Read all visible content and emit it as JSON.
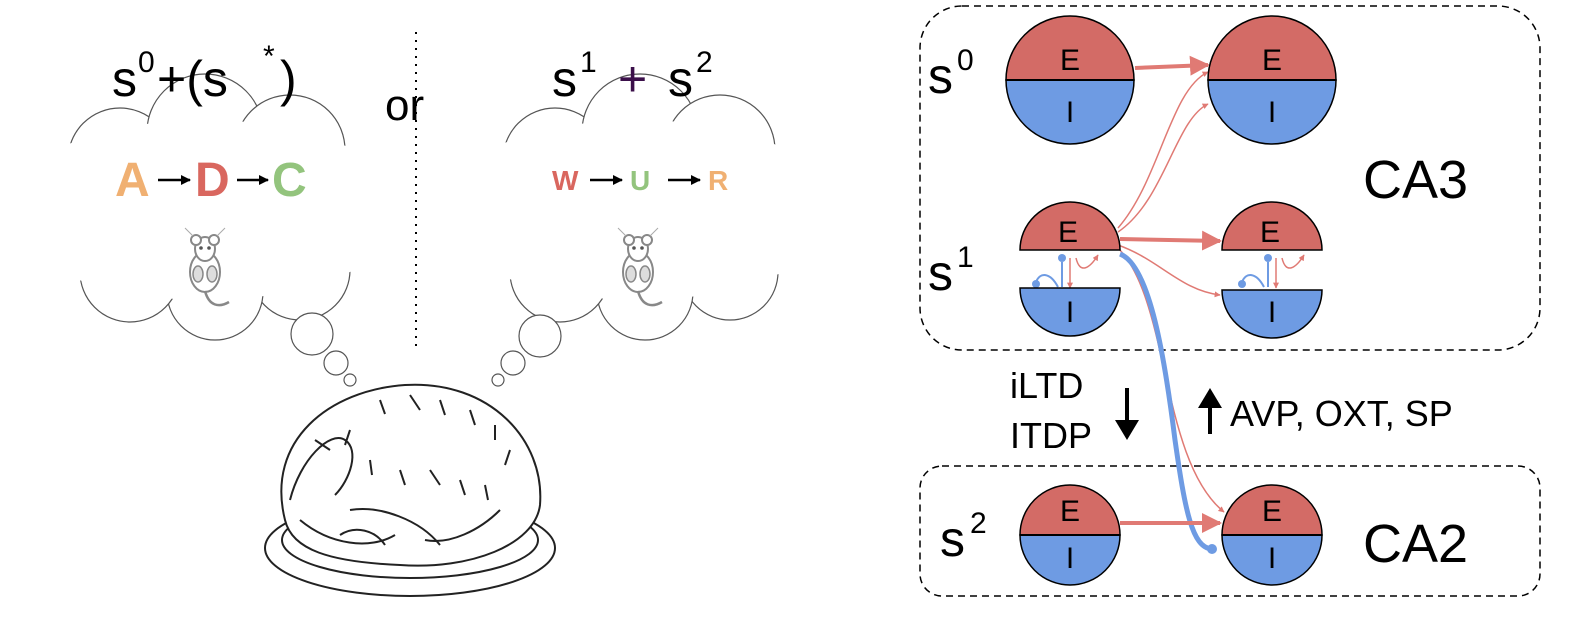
{
  "left": {
    "thought1": {
      "heading": {
        "base0": "s",
        "sup0": "0",
        "mid": "+(s",
        "sup1": "*",
        "end": ")"
      },
      "sequence": [
        {
          "letter": "A",
          "color": "#f0b072"
        },
        {
          "letter": "D",
          "color": "#d9675f"
        },
        {
          "letter": "C",
          "color": "#93c47d"
        }
      ]
    },
    "or_label": "or",
    "thought2": {
      "heading": {
        "base0": "s",
        "sup0": "1",
        "plus": "+",
        "base1": "s",
        "sup1": "2",
        "plus_color": "#3b0f4a"
      },
      "sequence": [
        {
          "letter": "W",
          "color": "#d9675f"
        },
        {
          "letter": "U",
          "color": "#93c47d"
        },
        {
          "letter": "R",
          "color": "#f0b072"
        }
      ]
    }
  },
  "right": {
    "ca3": {
      "label": "CA3",
      "rows": [
        {
          "base": "s",
          "sup": "0"
        },
        {
          "base": "s",
          "sup": "1"
        }
      ]
    },
    "ca2": {
      "label": "CA2",
      "row": {
        "base": "s",
        "sup": "2"
      }
    },
    "node": {
      "e_label": "E",
      "i_label": "I",
      "e_color": "#d36b66",
      "i_color": "#6e9be3"
    },
    "modulation_down": [
      "iLTD",
      "ITDP"
    ],
    "modulation_up": "AVP, OXT, SP",
    "arrow_color": "#e07a74",
    "inhib_color": "#6e9be3"
  }
}
